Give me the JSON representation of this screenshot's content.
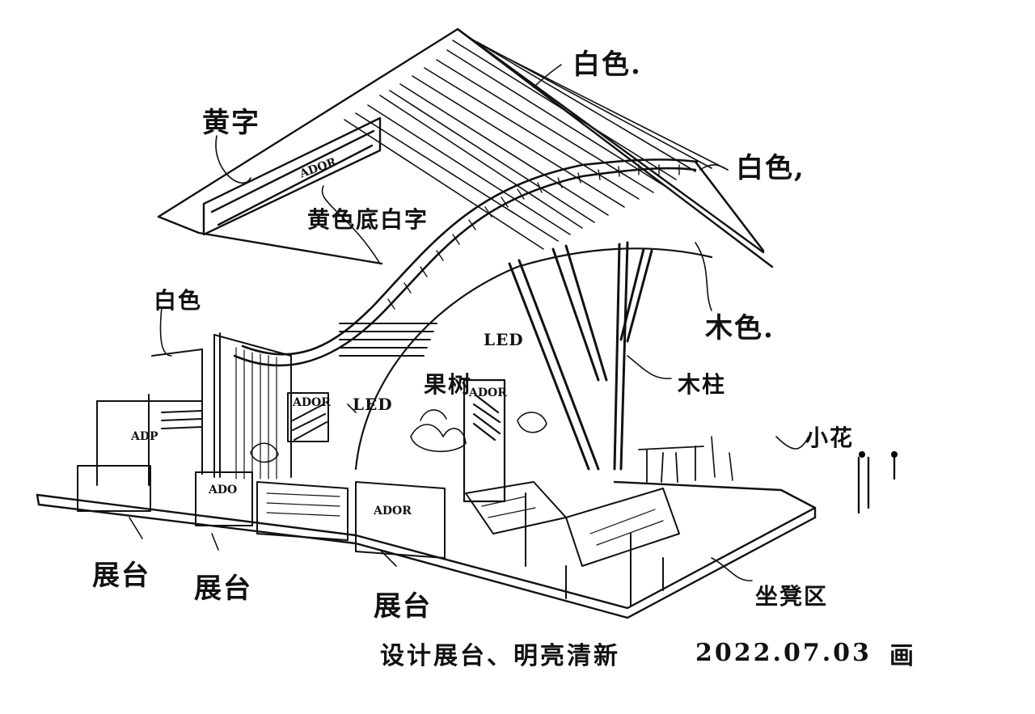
{
  "labels": {
    "top_white": "白色.",
    "top_white_2": "白色,",
    "yellow_word": "黄字",
    "yellow_bg": "黄色底白字",
    "white_panel": "白色",
    "wood": "木色.",
    "led_1": "LED",
    "led_2": "LED",
    "column": "木柱",
    "fruit_tree": "果树",
    "wall_plant": "小花",
    "booth_1": "展台",
    "booth_2": "展台",
    "booth_3": "展台",
    "seat": "坐凳区"
  },
  "logos": {
    "brand_main": "ADOR",
    "brand_panel": "ADOR",
    "brand_counter": "ADOR",
    "brand_screen": "ADOR",
    "brand_left_1": "ADP",
    "brand_left_2": "ADO"
  },
  "footer": {
    "caption": "设计展台、明亮清新",
    "date": "2022.07.03",
    "signature": "画"
  }
}
